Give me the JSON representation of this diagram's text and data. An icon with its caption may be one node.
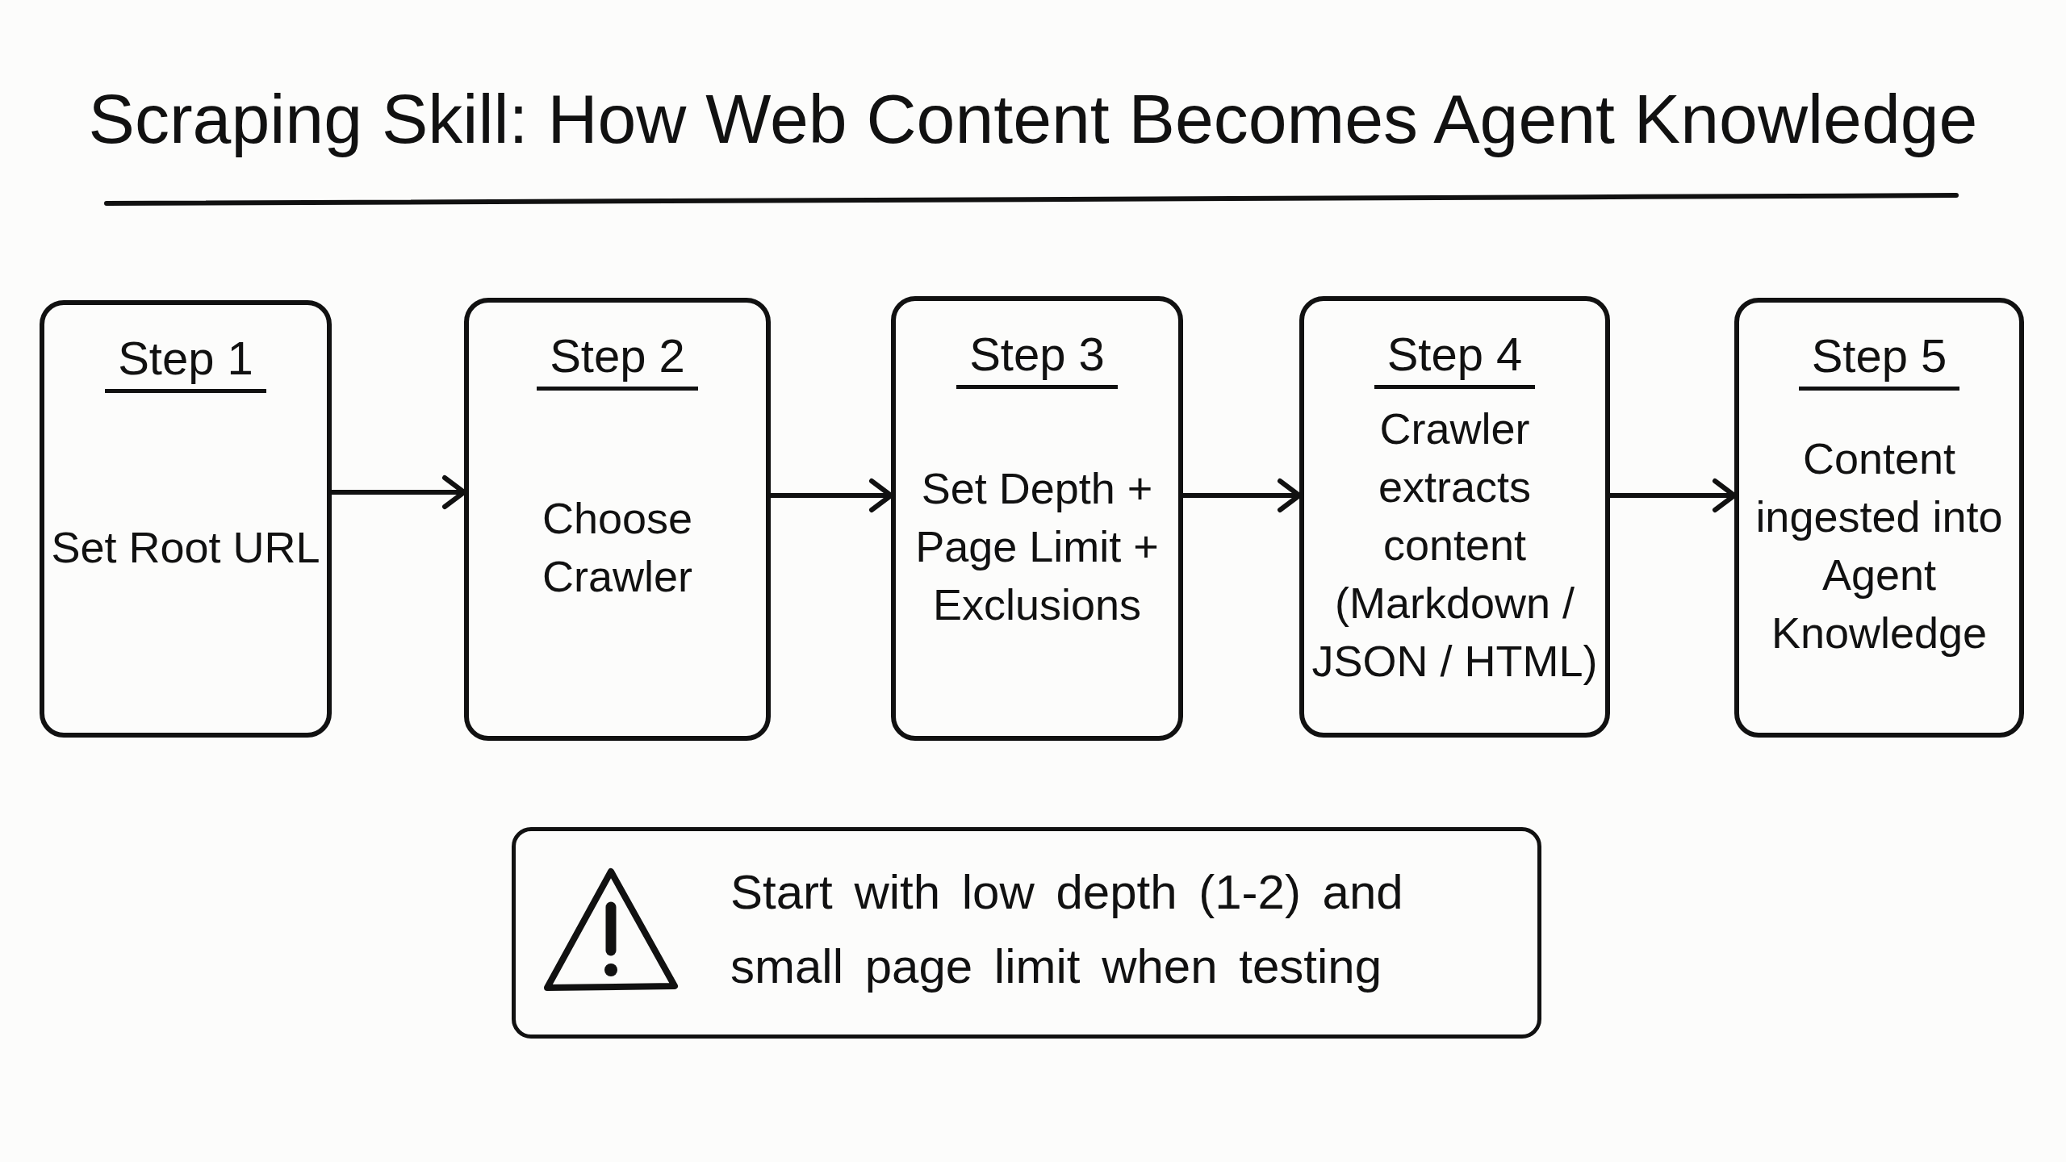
{
  "diagram": {
    "title": "Scraping Skill: How Web Content Becomes Agent Knowledge",
    "nodes": [
      {
        "text": [
          "Step 1",
          "Set Root URL"
        ]
      },
      {
        "text": [
          "Step 2",
          "Choose Crawler"
        ]
      },
      {
        "text": [
          "Step 3",
          "Set Depth + Page Limit + Exclusions"
        ]
      },
      {
        "text": [
          "Step 4",
          "Crawler extracts content (Markdown / JSON / HTML)"
        ]
      },
      {
        "text": [
          "Step 5",
          "Content ingested into Agent Knowledge"
        ]
      },
      {
        "text": [
          "Start with low depth (1-2) and small page limit when testing"
        ]
      }
    ],
    "edges": [
      {
        "from": 0,
        "to": 1,
        "arrow": "to"
      },
      {
        "from": 1,
        "to": 2,
        "arrow": "to"
      },
      {
        "from": 2,
        "to": 3,
        "arrow": "to"
      },
      {
        "from": 3,
        "to": 4,
        "arrow": "to"
      }
    ]
  }
}
